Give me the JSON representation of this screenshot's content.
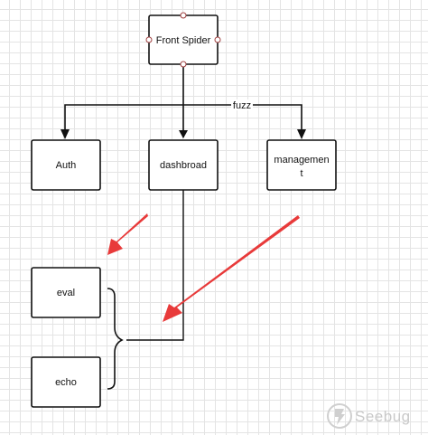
{
  "nodes": {
    "front_spider": "Front Spider",
    "auth": "Auth",
    "dashboard": "dashbroad",
    "management_line1": "managemen",
    "management_line2": "t",
    "eval": "eval",
    "echo": "echo"
  },
  "edges": {
    "fuzz_label": "fuzz"
  },
  "annotations": {
    "arrow_color": "#e83a3a"
  },
  "watermark": {
    "text": "Seebug"
  }
}
